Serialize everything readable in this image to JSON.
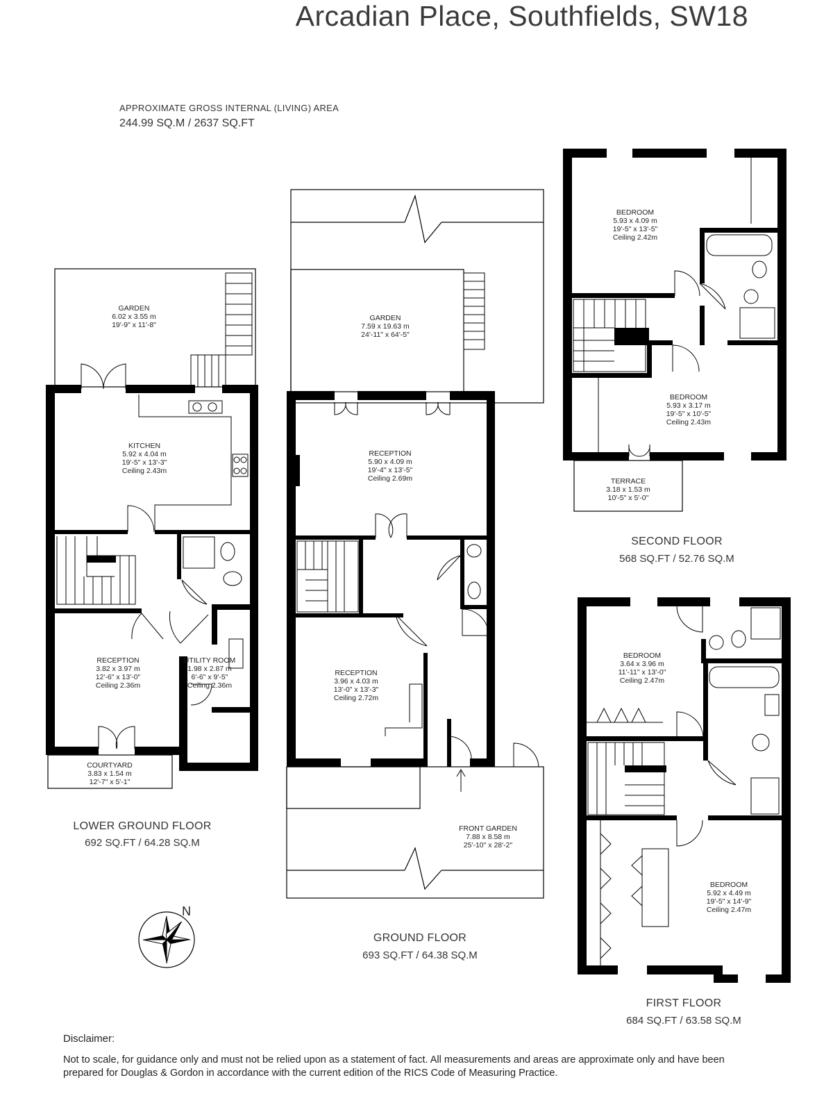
{
  "title": "Arcadian Place,  Southfields,  SW18",
  "gross_area": {
    "label": "APPROXIMATE GROSS INTERNAL (LIVING) AREA",
    "value": "244.99 SQ.M / 2637 SQ.FT"
  },
  "compass": {
    "label": "N"
  },
  "floors": {
    "lower_ground": {
      "name": "LOWER GROUND FLOOR",
      "area": "692 SQ.FT  / 64.28 SQ.M",
      "rooms": {
        "garden": {
          "name": "GARDEN",
          "metric": "6.02 x 3.55 m",
          "imperial": "19'-9\" x 11'-8\""
        },
        "kitchen": {
          "name": "KITCHEN",
          "metric": "5.92 x 4.04 m",
          "imperial": "19'-5\" x 13'-3\"",
          "ceiling": "Ceiling 2.43m"
        },
        "reception": {
          "name": "RECEPTION",
          "metric": "3.82 x 3.97 m",
          "imperial": "12'-6\" x 13'-0\"",
          "ceiling": "Ceiling 2.36m"
        },
        "utility": {
          "name": "UTILITY ROOM",
          "metric": "1.98 x 2.87 m",
          "imperial": "6'-6\" x 9'-5\"",
          "ceiling": "Ceiling 2.36m"
        },
        "courtyard": {
          "name": "COURTYARD",
          "metric": "3.83 x 1.54 m",
          "imperial": "12'-7\" x 5'-1\""
        }
      }
    },
    "ground": {
      "name": "GROUND FLOOR",
      "area": "693 SQ.FT  / 64.38 SQ.M",
      "rooms": {
        "garden": {
          "name": "GARDEN",
          "metric": "7.59 x  19.63 m",
          "imperial": "24'-11\"  x  64'-5\""
        },
        "reception1": {
          "name": "RECEPTION",
          "metric": "5.90 x 4.09 m",
          "imperial": "19'-4\" x 13'-5\"",
          "ceiling": "Ceiling 2.69m"
        },
        "reception2": {
          "name": "RECEPTION",
          "metric": "3.96 x 4.03 m",
          "imperial": "13'-0\" x 13'-3\"",
          "ceiling": "Ceiling 2.72m"
        },
        "front_garden": {
          "name": "FRONT GARDEN",
          "metric": "7.88 x  8.58 m",
          "imperial": "25'-10\"  x  28'-2\""
        }
      }
    },
    "second": {
      "name": "SECOND FLOOR",
      "area": "568 SQ.FT  / 52.76 SQ.M",
      "rooms": {
        "bedroom1": {
          "name": "BEDROOM",
          "metric": "5.93 x 4.09 m",
          "imperial": "19'-5\" x 13'-5\"",
          "ceiling": "Ceiling 2.42m"
        },
        "bedroom2": {
          "name": "BEDROOM",
          "metric": "5.93 x 3.17 m",
          "imperial": "19'-5\" x 10'-5\"",
          "ceiling": "Ceiling 2.43m"
        },
        "terrace": {
          "name": "TERRACE",
          "metric": "3.18 x 1.53 m",
          "imperial": "10'-5\" x 5'-0\""
        }
      }
    },
    "first": {
      "name": "FIRST FLOOR",
      "area": "684 SQ.FT  / 63.58 SQ.M",
      "rooms": {
        "bedroom1": {
          "name": "BEDROOM",
          "metric": "3.64 x 3.96 m",
          "imperial": "11'-11\" x 13'-0\"",
          "ceiling": "Ceiling 2.47m"
        },
        "bedroom2": {
          "name": "BEDROOM",
          "metric": "5.92 x 4.49 m",
          "imperial": "19'-5\" x 14'-9\"",
          "ceiling": "Ceiling 2.47m"
        }
      }
    }
  },
  "disclaimer": {
    "title": "Disclaimer:",
    "text": "Not to scale, for guidance only and must not be relied upon as a statement of fact. All measurements and areas are approximate only and have been prepared for Douglas & Gordon in accordance with the current edition of the RICS Code of Measuring Practice."
  }
}
